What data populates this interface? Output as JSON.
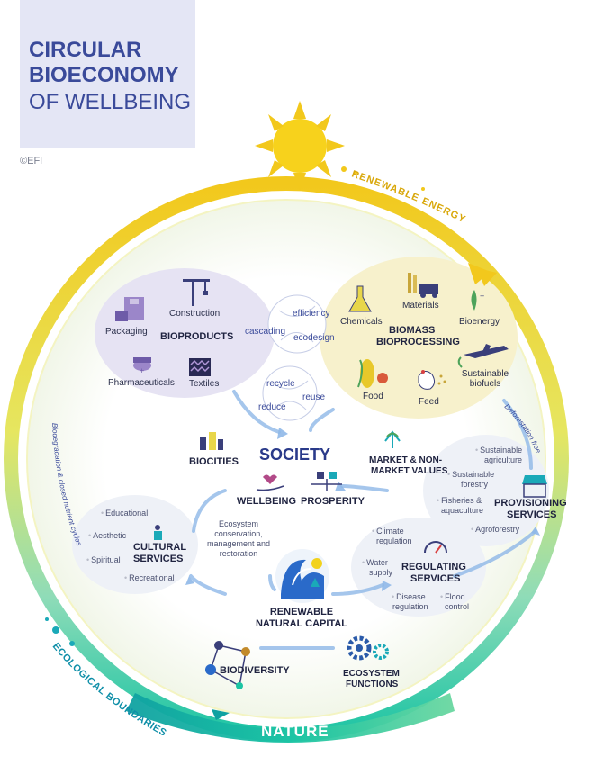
{
  "title": {
    "line1": "CIRCULAR",
    "line2": "BIOECONOMY",
    "line3": "OF WELLBEING"
  },
  "copyright": "©EFI",
  "arcs": {
    "renewable_energy": "RENEWABLE ENERGY",
    "ecological_boundaries": "ECOLOGICAL BOUNDARIES",
    "nature": "NATURE",
    "biodegradation": "Biodegradation & closed nutrient cycles",
    "deforestation": "Deforestation free"
  },
  "bioproducts": {
    "head": "BIOPRODUCTS",
    "packaging": "Packaging",
    "construction": "Construction",
    "pharmaceuticals": "Pharmaceuticals",
    "textiles": "Textiles"
  },
  "cascade": {
    "cascading": "cascading",
    "efficiency": "efficiency",
    "ecodesign": "ecodesign"
  },
  "biomass": {
    "head1": "BIOMASS",
    "head2": "BIOPROCESSING",
    "chemicals": "Chemicals",
    "materials": "Materials",
    "bioenergy": "Bioenergy",
    "food": "Food",
    "feed": "Feed",
    "biofuels1": "Sustainable",
    "biofuels2": "biofuels"
  },
  "recycle": {
    "recycle": "recycle",
    "reuse": "reuse",
    "reduce": "reduce"
  },
  "society": {
    "head": "SOCIETY",
    "biocities": "BIOCITIES",
    "market1": "MARKET & NON-",
    "market2": "MARKET VALUES",
    "wellbeing": "WELLBEING",
    "prosperity": "PROSPERITY"
  },
  "provisioning": {
    "head1": "PROVISIONING",
    "head2": "SERVICES",
    "agri1": "Sustainable",
    "agri2": "agriculture",
    "forestry1": "Sustainable",
    "forestry2": "forestry",
    "fisheries1": "Fisheries &",
    "fisheries2": "aquaculture",
    "agroforestry": "Agroforestry"
  },
  "cultural": {
    "head1": "CULTURAL",
    "head2": "SERVICES",
    "educational": "Educational",
    "aesthetic": "Aesthetic",
    "spiritual": "Spiritual",
    "recreational": "Recreational"
  },
  "ecosystem_mgmt": {
    "line1": "Ecosystem",
    "line2": "conservation,",
    "line3": "management and",
    "line4": "restoration"
  },
  "regulating": {
    "head1": "REGULATING",
    "head2": "SERVICES",
    "climate1": "Climate",
    "climate2": "regulation",
    "water1": "Water",
    "water2": "supply",
    "disease1": "Disease",
    "disease2": "regulation",
    "flood1": "Flood",
    "flood2": "control"
  },
  "capital": {
    "line1": "RENEWABLE",
    "line2": "NATURAL CAPITAL"
  },
  "biodiversity": "BIODIVERSITY",
  "ecosystem_functions": {
    "line1": "ECOSYSTEM",
    "line2": "FUNCTIONS"
  },
  "colors": {
    "title_bg": "#e4e6f5",
    "title_text": "#3a4a9a",
    "yellow": "#f2c81c",
    "teal": "#1cc4a4",
    "bioproducts_bg": "#e6e3f3",
    "biomass_bg": "#f7f1cc",
    "arrow_blue": "#8fb8e8"
  }
}
